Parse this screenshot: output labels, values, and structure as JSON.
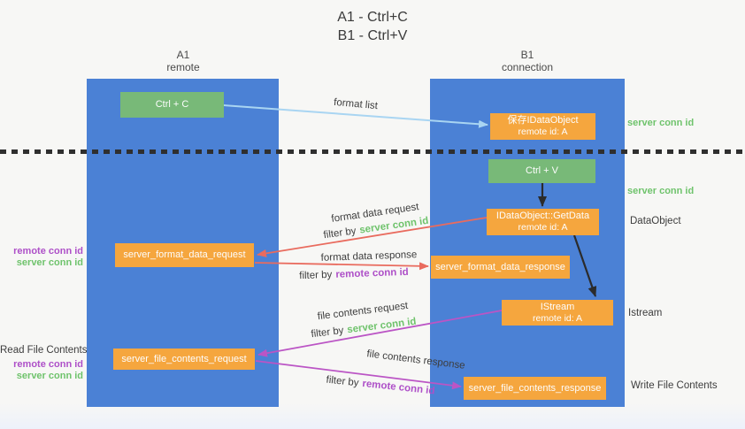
{
  "title": {
    "line1": "A1 - Ctrl+C",
    "line2": "B1 - Ctrl+V"
  },
  "lanes": {
    "a1": {
      "name": "A1",
      "role": "remote"
    },
    "b1": {
      "name": "B1",
      "role": "connection"
    }
  },
  "nodes": {
    "ctrl_c": {
      "label": "Ctrl + C"
    },
    "save_idataobject": {
      "line1": "保存IDataObject",
      "line2": "remote id: A"
    },
    "ctrl_v": {
      "label": "Ctrl + V"
    },
    "idataobject_getdata": {
      "line1": "IDataObject::GetData",
      "line2": "remote id: A"
    },
    "server_format_data_request": {
      "label": "server_format_data_request"
    },
    "server_format_data_response": {
      "label": "server_format_data_response"
    },
    "istream": {
      "line1": "IStream",
      "line2": "remote id: A"
    },
    "server_file_contents_request": {
      "label": "server_file_contents_request"
    },
    "server_file_contents_response": {
      "label": "server_file_contents_response"
    }
  },
  "flow_labels": {
    "format_list": "format list",
    "format_data_request": "format data request",
    "format_data_request_filter": {
      "prefix": "filter by",
      "key": "server conn id"
    },
    "format_data_response": "format data response",
    "format_data_response_filter": {
      "prefix": "filter by",
      "key": "remote conn id"
    },
    "file_contents_request": "file contents request",
    "file_contents_request_filter": {
      "prefix": "filter by",
      "key": "server conn id"
    },
    "file_contents_response": "file contents response",
    "file_contents_response_filter": {
      "prefix": "filter by",
      "key": "remote conn id"
    }
  },
  "side_labels": {
    "right_save_conn": "server conn id",
    "right_getdata_conn": "server conn id",
    "right_dataobject": "DataObject",
    "right_istream": "Istream",
    "right_write_file": "Write File Contents",
    "left_format_remote": "remote conn id",
    "left_format_server": "server conn id",
    "left_read_file": "Read File Contents",
    "left_file_remote": "remote conn id",
    "left_file_server": "server conn id"
  },
  "colors": {
    "col_blue": "#4b81d5",
    "box_green": "#78b978",
    "box_orange": "#f5a63e",
    "txt_green": "#6fc36c",
    "txt_purple": "#ae50c8",
    "arrow_red": "#e96b5e",
    "arrow_magenta": "#bb55c5",
    "arrow_blue": "#a9d5f2",
    "ink": "#3b3b3b"
  }
}
